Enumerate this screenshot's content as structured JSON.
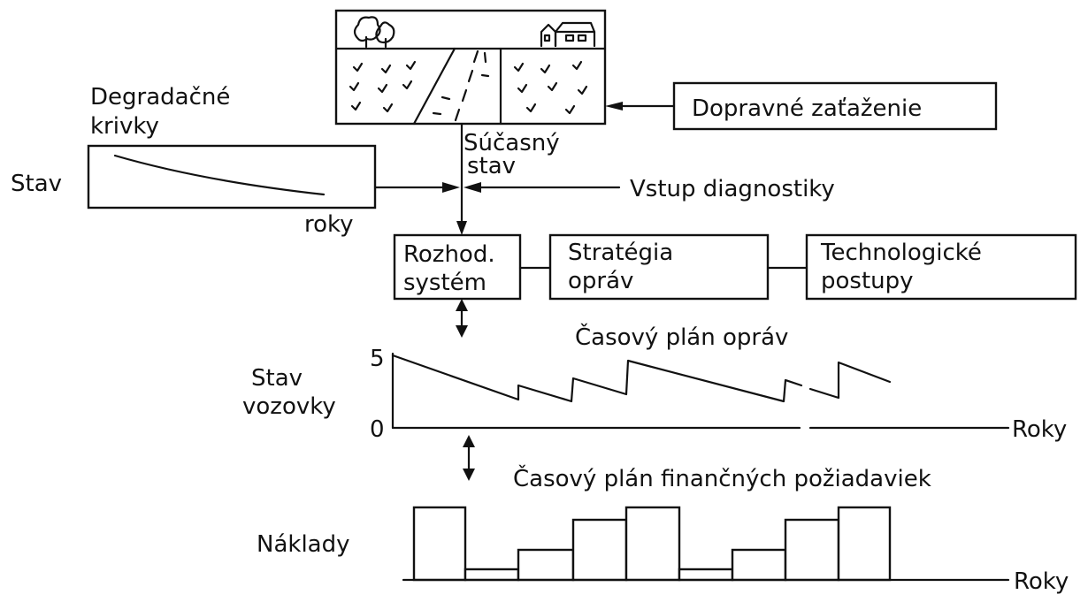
{
  "labels": {
    "degradation_line1": "Degradačné",
    "degradation_line2": "krivky",
    "stav_left": "Stav",
    "roky_small": "roky",
    "current_state_line1": "Súčasný",
    "current_state_line2": "stav",
    "traffic_load": "Dopravné zaťaženie",
    "diagnostic_input": "Vstup diagnostiky",
    "decision_line1": "Rozhod.",
    "decision_line2": "systém",
    "strategy_line1": "Stratégia",
    "strategy_line2": "opráv",
    "tech_line1": "Technologické",
    "tech_line2": "postupy",
    "repair_schedule_title": "Časový plán opráv",
    "pavement_state_line1": "Stav",
    "pavement_state_line2": "vozovky",
    "axis_top": "5",
    "axis_zero": "0",
    "roky_axis1": "Roky",
    "financial_title": "Časový plán finančných požiadaviek",
    "costs_label": "Náklady",
    "roky_axis2": "Roky"
  },
  "icons": {
    "trees": "tree-icon",
    "house": "house-icon",
    "grass": "grass-icon",
    "arrow": "arrow-icon"
  }
}
